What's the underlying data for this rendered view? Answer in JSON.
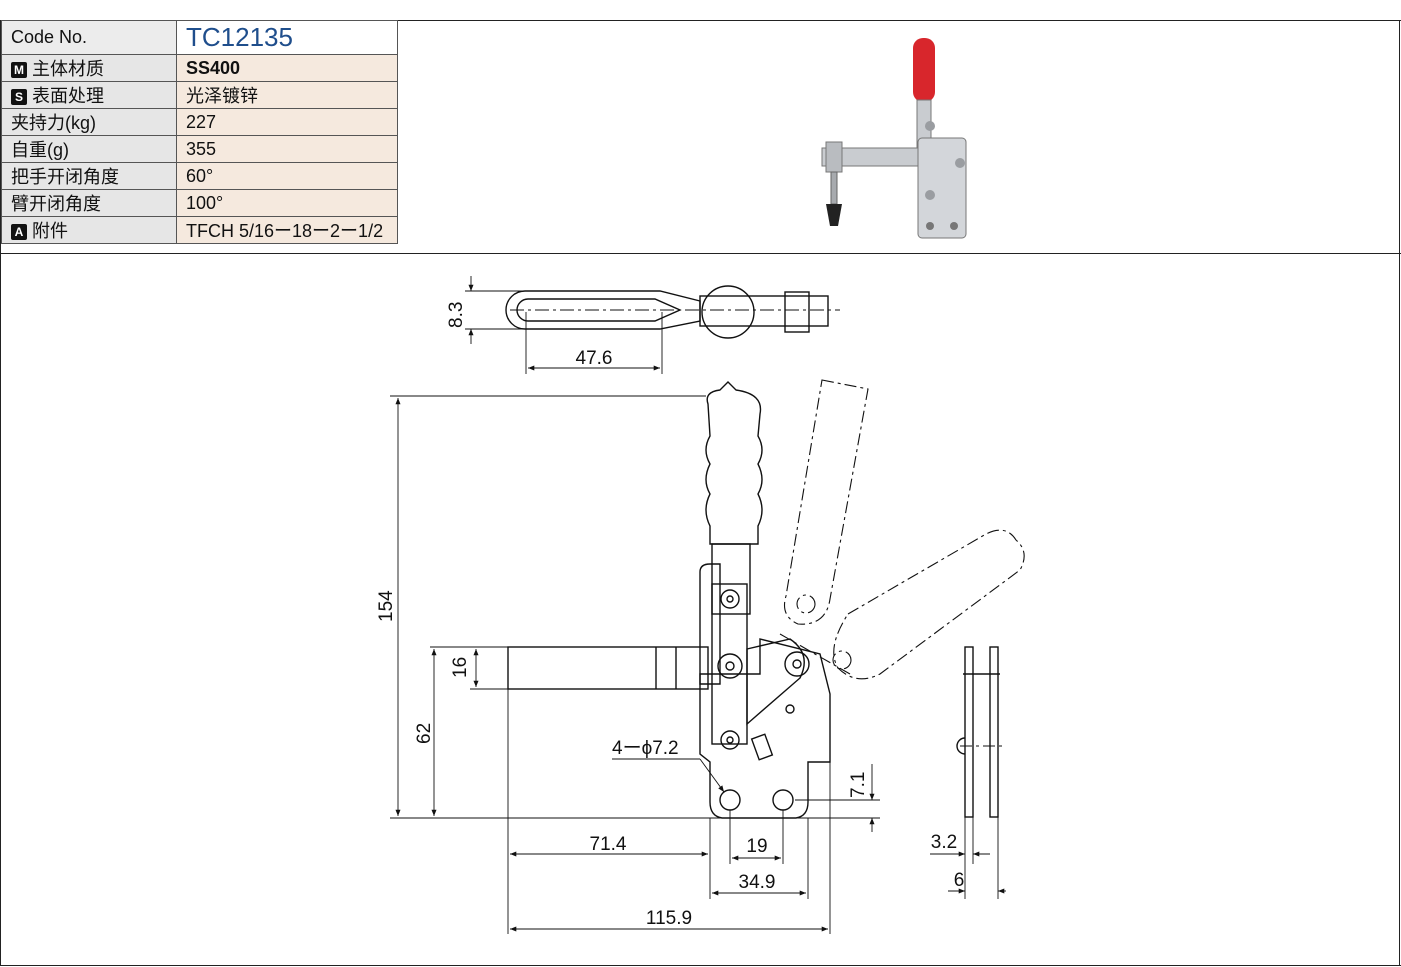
{
  "spec": {
    "rows": [
      {
        "label": "Code No.",
        "value": "TC12135"
      },
      {
        "badge": "M",
        "label": "主体材质",
        "value": "SS400"
      },
      {
        "badge": "S",
        "label": "表面处理",
        "value": "光泽镀锌"
      },
      {
        "label": "夹持力(kg)",
        "value": "227"
      },
      {
        "label": "自重(g)",
        "value": "355"
      },
      {
        "label": "把手开闭角度",
        "value": "60°"
      },
      {
        "label": "臂开闭角度",
        "value": "100°"
      },
      {
        "badge": "A",
        "label": "附件",
        "value": "TFCH 5/16ー18ー2ー1/2"
      }
    ]
  },
  "dimensions": {
    "top_width": "8.3",
    "top_length": "47.6",
    "height": "154",
    "bar_height": "16",
    "base_height": "62",
    "holes": "4ーϕ7.2",
    "hole_offset": "7.1",
    "arm_reach": "71.4",
    "hole_pitch": "19",
    "base_width": "34.9",
    "total_length": "115.9",
    "plate_thickness": "3.2",
    "plate_gap": "6"
  },
  "colors": {
    "handle_grip": "#d8262c",
    "metal": "#c9ccd0",
    "line": "#111111",
    "code_text": "#1f4e8c",
    "tint_row": "#f5e9de"
  }
}
